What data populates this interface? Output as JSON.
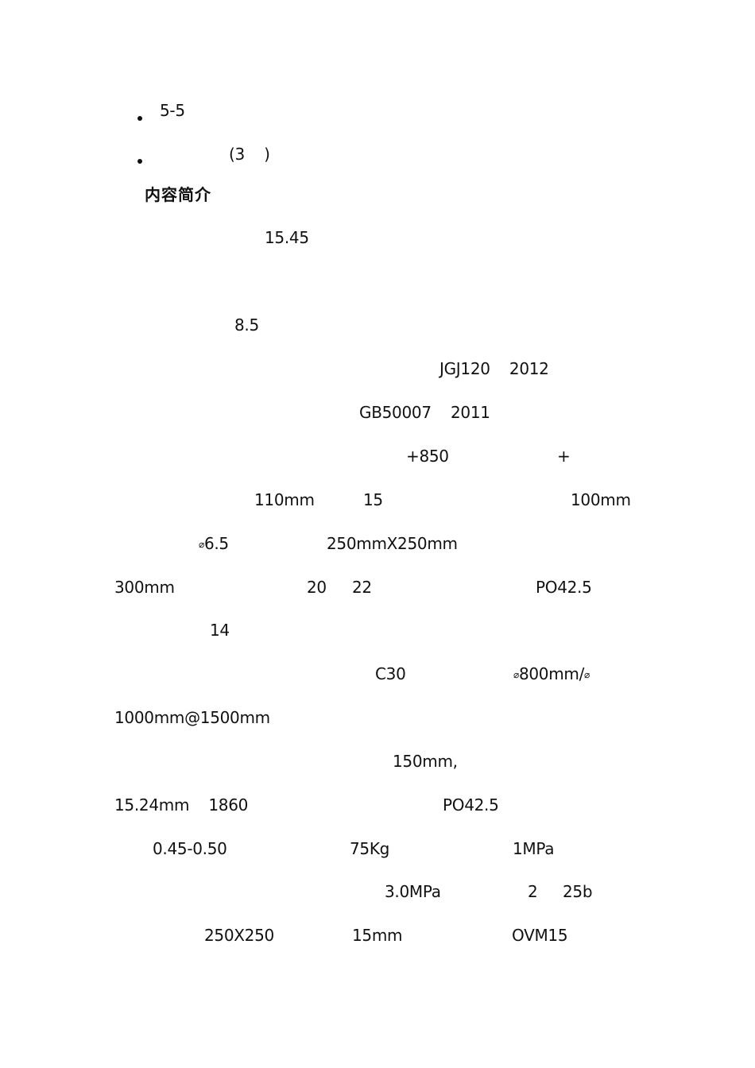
{
  "list": {
    "items": [
      {
        "text": "5-5"
      },
      {
        "text": "(3    )"
      }
    ]
  },
  "section": {
    "heading": "内容简介"
  },
  "fragments": {
    "l1": "15.45",
    "l2": "8.5",
    "l3": "JGJ120    2012",
    "l4": "GB50007    2011",
    "l5a": "+850",
    "l5b": "+",
    "l6a": "110mm",
    "l6b": "15",
    "l6c": "100mm",
    "l7a_sym": "⌀",
    "l7a": "6.5",
    "l7b": "250mmX250mm",
    "l8a": "300mm",
    "l8b": "20",
    "l8c": "22",
    "l8d": "PO42.5",
    "l9": "14",
    "l10a": "C30",
    "l10b_sym": "⌀",
    "l10b": "800mm/",
    "l10b_sym2": "⌀",
    "l11": "1000mm@1500mm",
    "l12": "150mm,",
    "l13a": "15.24mm    1860",
    "l13b": "PO42.5",
    "l14a": "0.45-0.50",
    "l14b": "75Kg",
    "l14c": "1MPa",
    "l15a": "3.0MPa",
    "l15b": "2",
    "l15c": "25b",
    "l16a": "250X250",
    "l16b": "15mm",
    "l16c": "OVM15"
  }
}
